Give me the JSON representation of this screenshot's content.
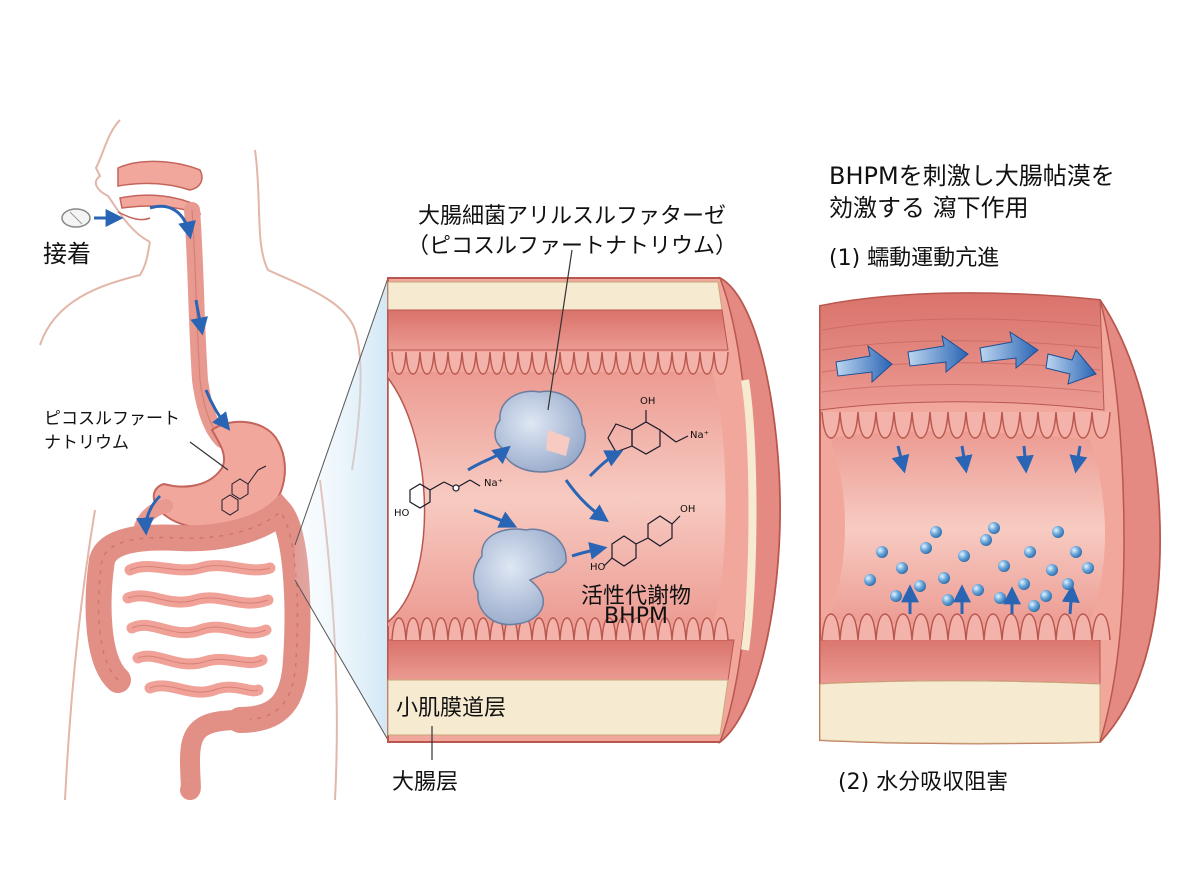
{
  "left_panel": {
    "pill_label": "接着",
    "drug_label_line1": "ピコスルファート",
    "drug_label_line2": "ナトリウム"
  },
  "middle_panel": {
    "enzyme_title": "大腸細菌アリルスルファターゼ",
    "enzyme_subtitle": "（ピコスルファートナトリウム）",
    "metabolite_line1": "活性代謝物",
    "metabolite_line2": "BHPM",
    "layer_label_1": "小肌膜道层",
    "layer_label_2": "大腸层",
    "chem_labels": {
      "ho_left": "HO",
      "na_left": "Na⁺",
      "oh_top": "OH",
      "na_right": "Na⁺",
      "ho_bottom": "HO",
      "oh_bottom": "OH"
    }
  },
  "right_panel": {
    "title_line1": "BHPMを刺激し大腸帖漠を",
    "title_line2": "効激する 瀉下作用",
    "effect_1": "(1) 蠕動運動亢進",
    "effect_2": "(2) 水分吸収阻害"
  },
  "colors": {
    "skin_outline": "#e2b6a8",
    "organ_fill": "#f2a79c",
    "organ_stroke": "#c4655c",
    "mucosa": "#e98e86",
    "submucosa": "#f6ead0",
    "lumen": "#f6c7bd",
    "arrow_blue": "#2a64b4",
    "bacteria": "#b9c6de",
    "highlight_blue": "#cfe6f5"
  }
}
